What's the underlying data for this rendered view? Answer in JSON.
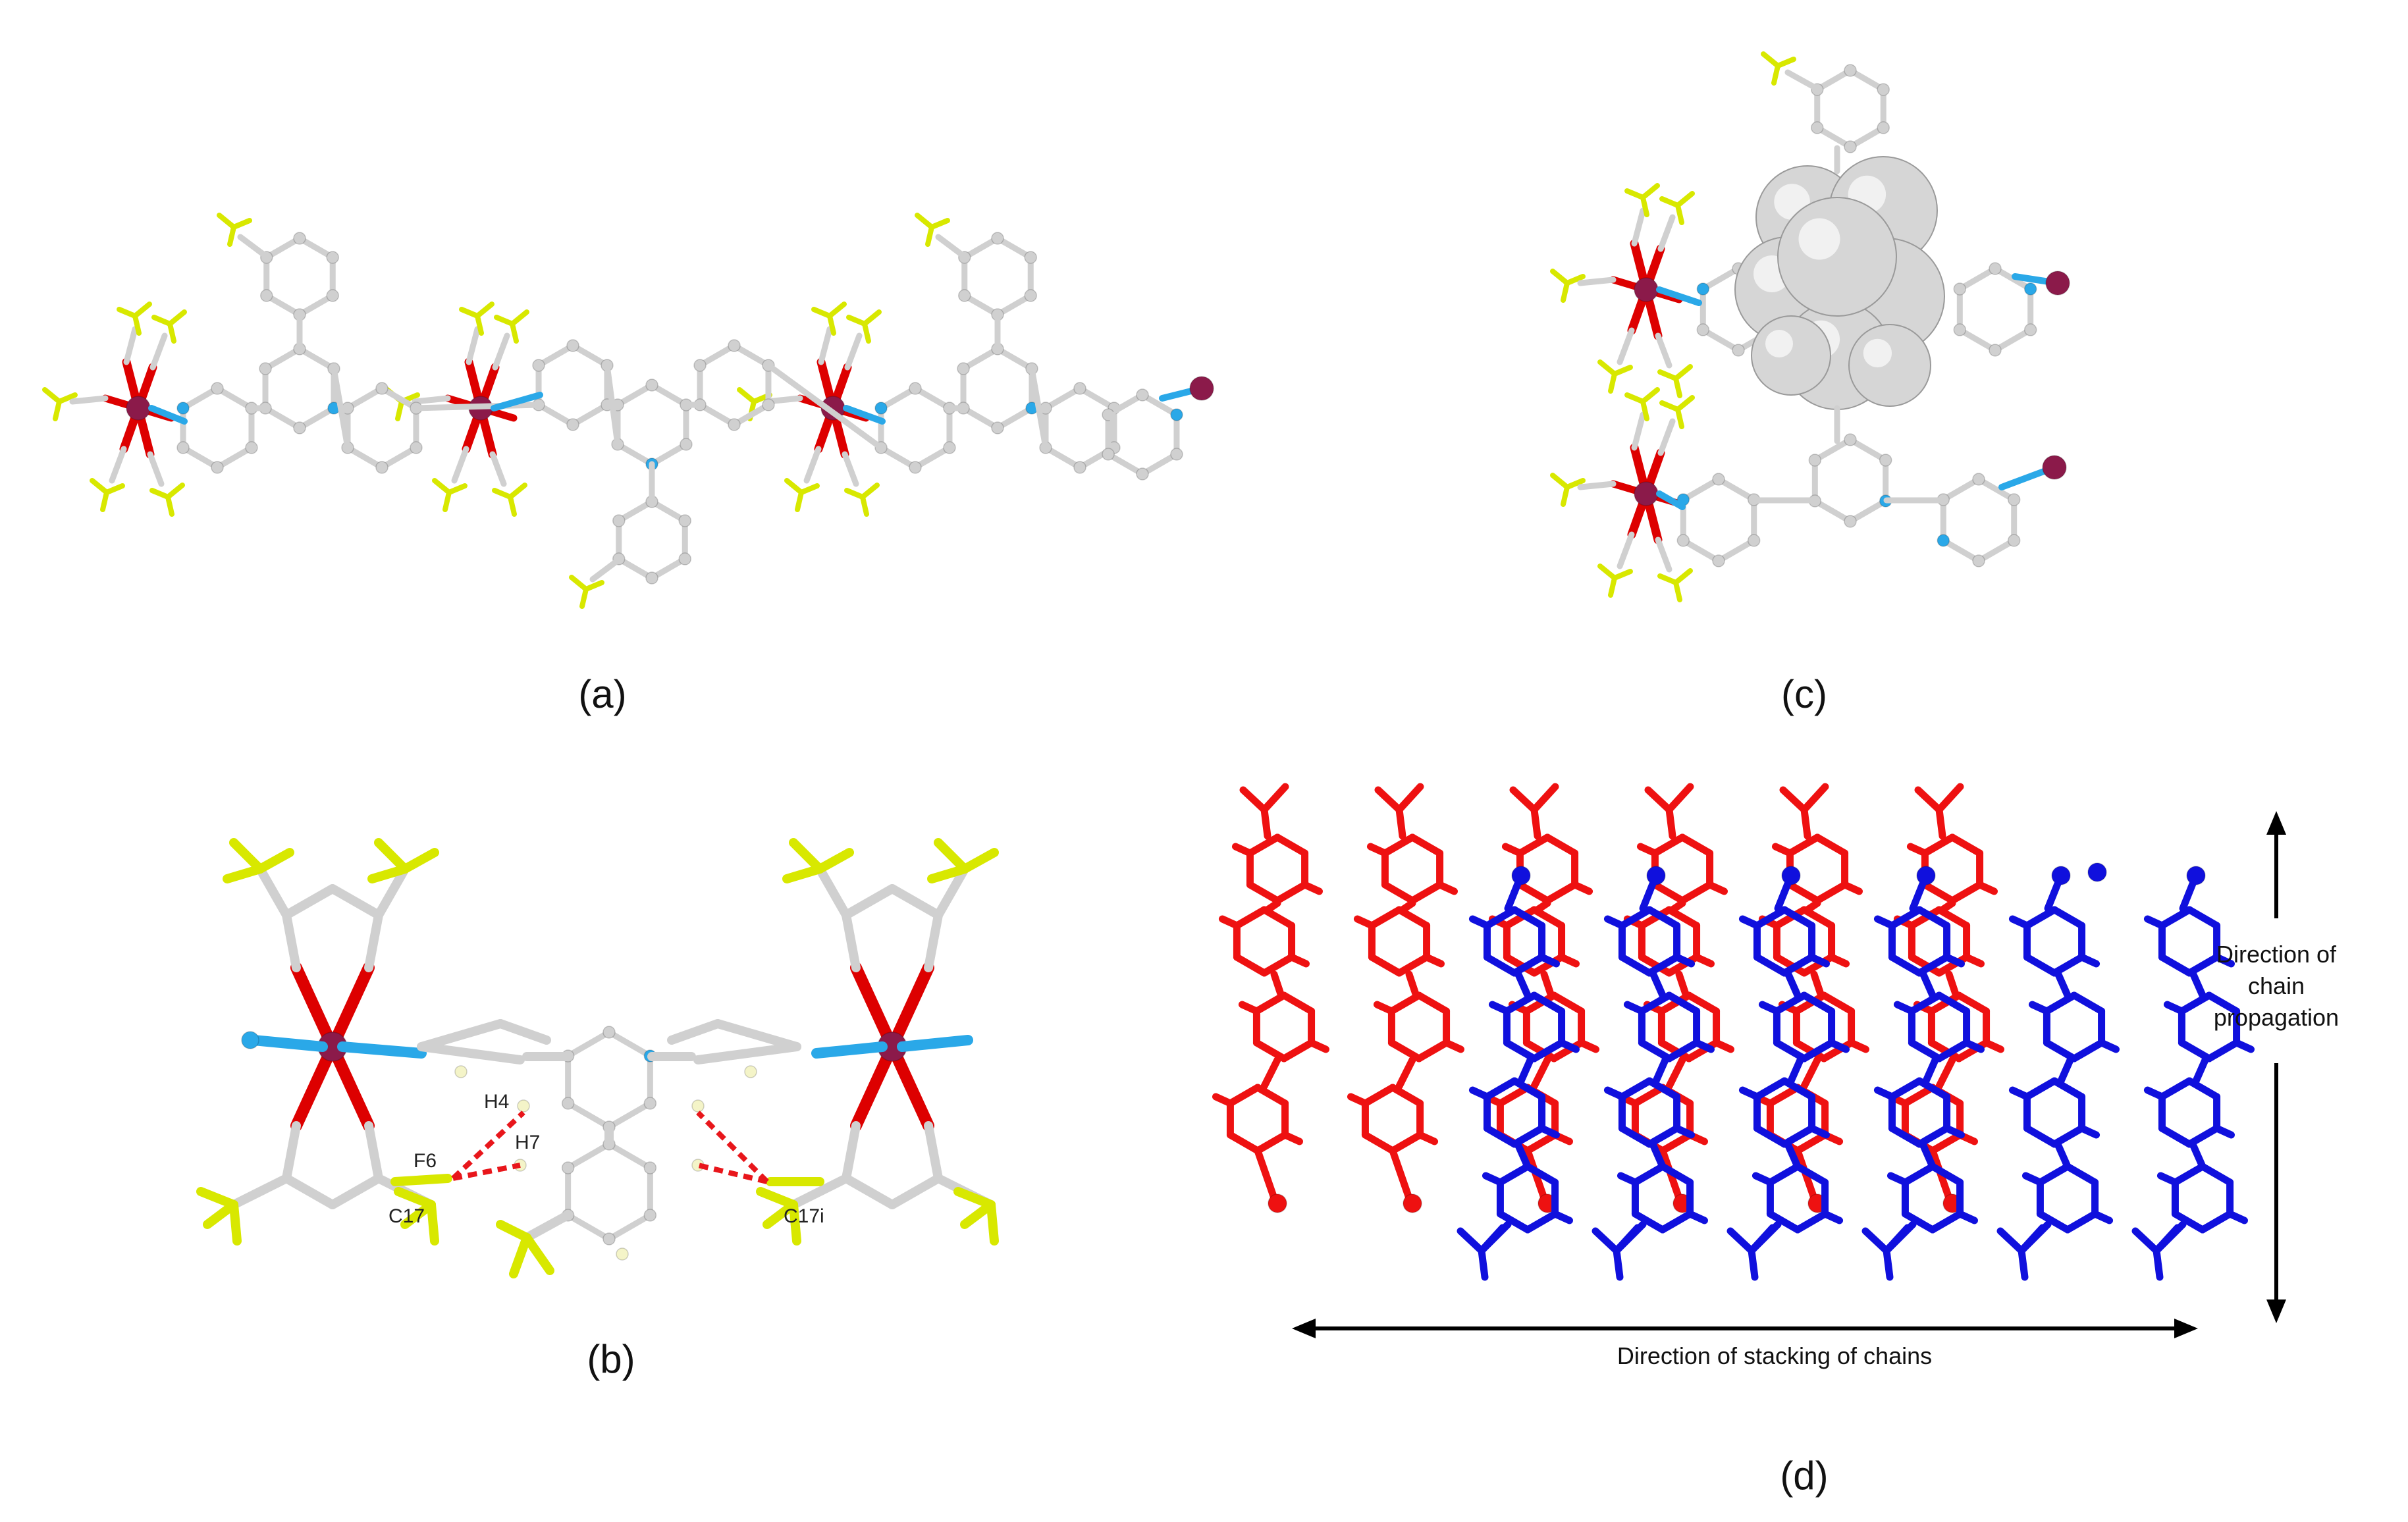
{
  "panels": {
    "a": {
      "label": "(a)"
    },
    "b": {
      "label": "(b)",
      "atom_labels": [
        "H4",
        "H7",
        "F6",
        "C17",
        "C17i"
      ]
    },
    "c": {
      "label": "(c)"
    },
    "d": {
      "label": "(d)",
      "arrow_vertical_text": [
        "Direction of",
        "chain",
        "propagation"
      ],
      "arrow_horizontal_text": "Direction of stacking of chains"
    }
  },
  "colors": {
    "carbon": "#d0d0d0",
    "carbon_dark": "#a8a8a8",
    "nitrogen": "#2aa8e8",
    "metal": "#8b1a4a",
    "oxygen": "#dd0000",
    "fluorine": "#d8e800",
    "hydrogen": "#f4f4c8",
    "hbond": "#e8161b",
    "chain_red": "#ee1111",
    "chain_blue": "#1010dd",
    "arrow": "#000000"
  }
}
